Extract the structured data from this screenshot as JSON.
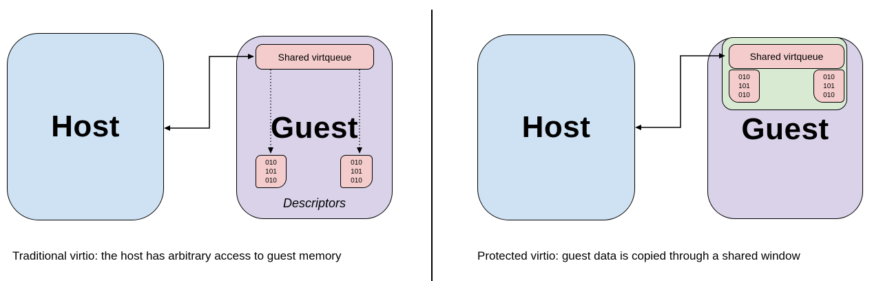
{
  "colors": {
    "background": "#ffffff",
    "host_fill": "#cfe2f3",
    "guest_fill": "#d9d2e9",
    "window_fill": "#d9ead3",
    "queue_fill": "#f4cccc",
    "stroke": "#000000",
    "text": "#000000"
  },
  "panels": [
    {
      "host_label": "Host",
      "guest_label": "Guest",
      "virtqueue_label": "Shared virtqueue",
      "descriptors_label": "Descriptors",
      "descriptor_blocks": [
        {
          "text": "010\n101\n010"
        },
        {
          "text": "010\n101\n010"
        }
      ],
      "caption": "Traditional virtio: the host has arbitrary access to guest memory"
    },
    {
      "host_label": "Host",
      "guest_label": "Guest",
      "virtqueue_label": "Shared virtqueue",
      "window_blocks": [
        {
          "text": "010\n101\n010"
        },
        {
          "text": "010\n101\n010"
        }
      ],
      "caption": "Protected virtio: guest data is copied through a shared window"
    }
  ]
}
